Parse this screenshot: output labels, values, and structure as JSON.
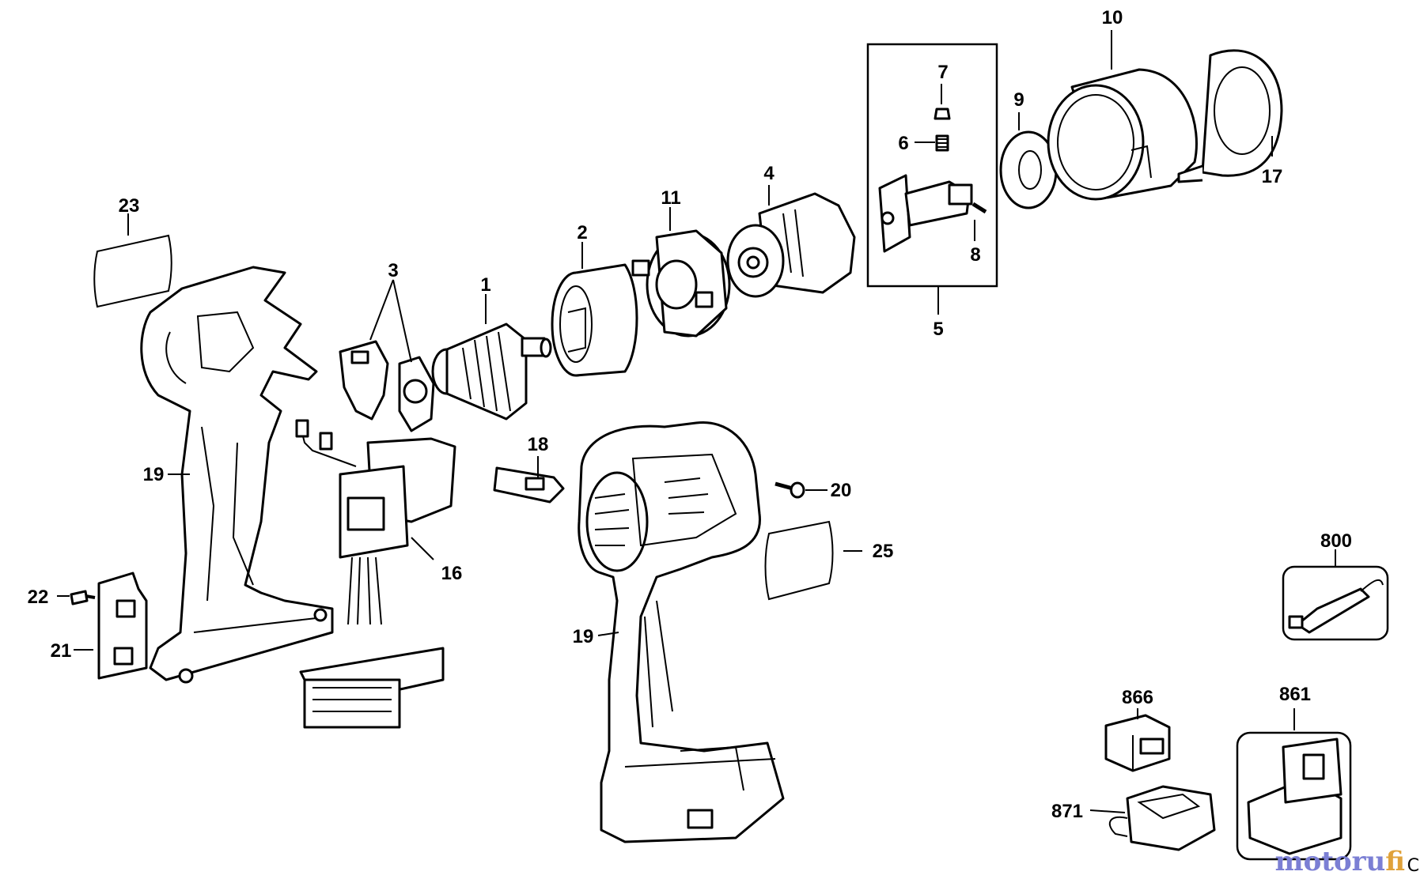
{
  "callouts": {
    "p1": "1",
    "p2": "2",
    "p3": "3",
    "p4": "4",
    "p5": "5",
    "p6": "6",
    "p7": "7",
    "p8": "8",
    "p9": "9",
    "p10": "10",
    "p11": "11",
    "p16": "16",
    "p17": "17",
    "p18": "18",
    "p19a": "19",
    "p19b": "19",
    "p20": "20",
    "p21": "21",
    "p22": "22",
    "p23": "23",
    "p25": "25",
    "p800": "800",
    "p861": "861",
    "p866": "866",
    "p871": "871"
  },
  "watermark": {
    "brand_a": "motoru",
    "brand_b": "fi",
    "corner": "C"
  },
  "colors": {
    "line": "#000000",
    "background": "#ffffff",
    "watermark_a": "#7b7fd4",
    "watermark_b": "#e0a23a"
  }
}
